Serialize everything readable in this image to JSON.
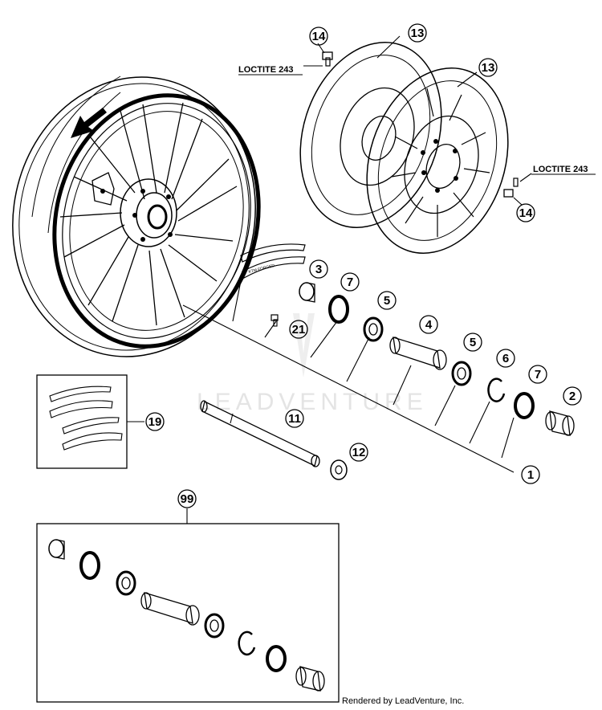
{
  "callouts": {
    "c1": "1",
    "c2": "2",
    "c3": "3",
    "c4": "4",
    "c5a": "5",
    "c5b": "5",
    "c6": "6",
    "c7a": "7",
    "c7b": "7",
    "c11": "11",
    "c12": "12",
    "c13a": "13",
    "c13b": "13",
    "c14a": "14",
    "c14b": "14",
    "c19": "19",
    "c21": "21",
    "c99": "99"
  },
  "notes": {
    "loctite_top": "LOCTITE 243",
    "loctite_right": "LOCTITE 243"
  },
  "watermark": "LEADVENTURE",
  "footer": "Rendered by LeadVenture, Inc.",
  "icons": [
    "rotation-direction-arrow-icon"
  ]
}
